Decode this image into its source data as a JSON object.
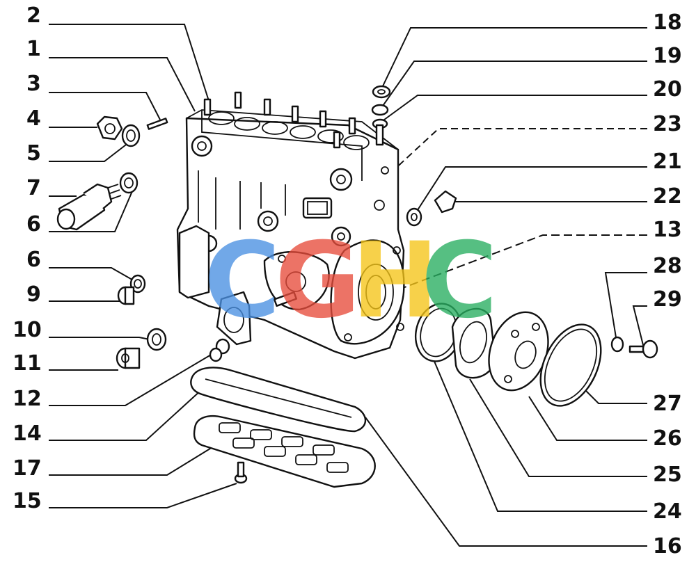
{
  "diagram": {
    "callouts": [
      {
        "id": "c1",
        "text": "1"
      },
      {
        "id": "c2",
        "text": "2"
      },
      {
        "id": "c3",
        "text": "3"
      },
      {
        "id": "c4",
        "text": "4"
      },
      {
        "id": "c5",
        "text": "5"
      },
      {
        "id": "c6a",
        "text": "6"
      },
      {
        "id": "c6b",
        "text": "6"
      },
      {
        "id": "c7",
        "text": "7"
      },
      {
        "id": "c9",
        "text": "9"
      },
      {
        "id": "c10",
        "text": "10"
      },
      {
        "id": "c11",
        "text": "11"
      },
      {
        "id": "c12",
        "text": "12"
      },
      {
        "id": "c13",
        "text": "13"
      },
      {
        "id": "c14",
        "text": "14"
      },
      {
        "id": "c15",
        "text": "15"
      },
      {
        "id": "c16",
        "text": "16"
      },
      {
        "id": "c17",
        "text": "17"
      },
      {
        "id": "c18",
        "text": "18"
      },
      {
        "id": "c19",
        "text": "19"
      },
      {
        "id": "c20",
        "text": "20"
      },
      {
        "id": "c21",
        "text": "21"
      },
      {
        "id": "c22",
        "text": "22"
      },
      {
        "id": "c23",
        "text": "23"
      },
      {
        "id": "c24",
        "text": "24"
      },
      {
        "id": "c25",
        "text": "25"
      },
      {
        "id": "c26",
        "text": "26"
      },
      {
        "id": "c27",
        "text": "27"
      },
      {
        "id": "c28",
        "text": "28"
      },
      {
        "id": "c29",
        "text": "29"
      }
    ],
    "watermark": {
      "letters": [
        "C",
        "G",
        "H",
        "C"
      ],
      "colors": [
        "#4a90e2",
        "#e74c3c",
        "#f5c518",
        "#27ae60"
      ]
    }
  }
}
